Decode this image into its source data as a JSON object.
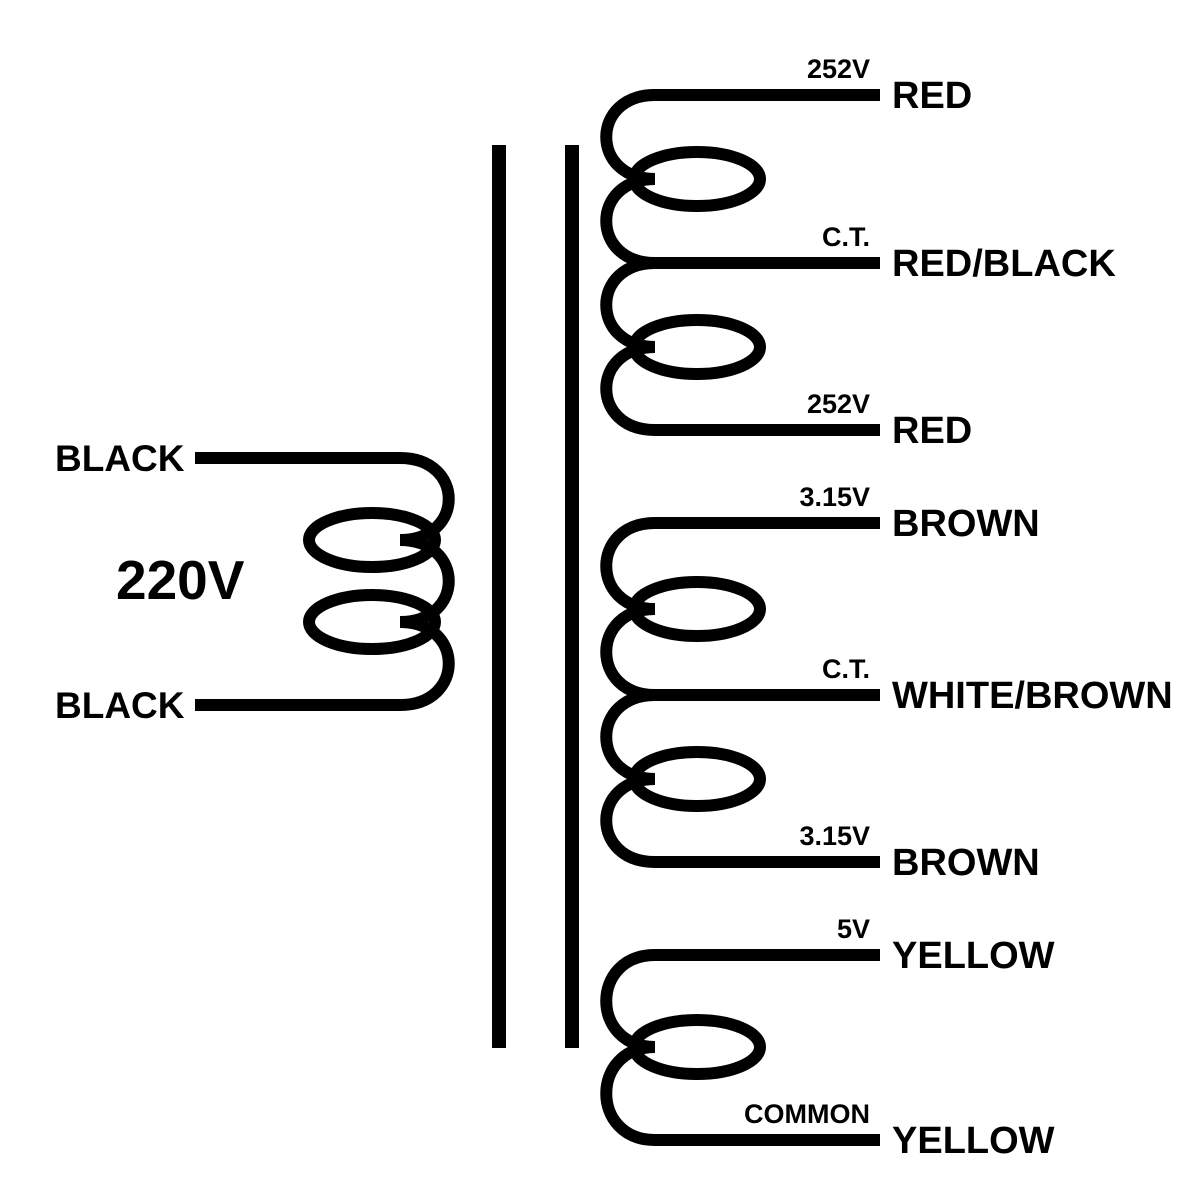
{
  "diagram": {
    "kind": "transformer-wiring-schematic",
    "colors": {
      "wire": "#000000",
      "ink": "#000000",
      "background": "#ffffff"
    },
    "primary": {
      "voltage_label": "220V",
      "lead_top": "BLACK",
      "lead_bottom": "BLACK"
    },
    "secondaries": [
      {
        "leads": [
          {
            "tap": "252V",
            "wire": "RED"
          },
          {
            "tap": "C.T.",
            "wire": "RED/BLACK"
          },
          {
            "tap": "252V",
            "wire": "RED"
          }
        ]
      },
      {
        "leads": [
          {
            "tap": "3.15V",
            "wire": "BROWN"
          },
          {
            "tap": "C.T.",
            "wire": "WHITE/BROWN"
          },
          {
            "tap": "3.15V",
            "wire": "BROWN"
          }
        ]
      },
      {
        "leads": [
          {
            "tap": "5V",
            "wire": "YELLOW"
          },
          {
            "tap": "COMMON",
            "wire": "YELLOW"
          }
        ]
      }
    ]
  }
}
